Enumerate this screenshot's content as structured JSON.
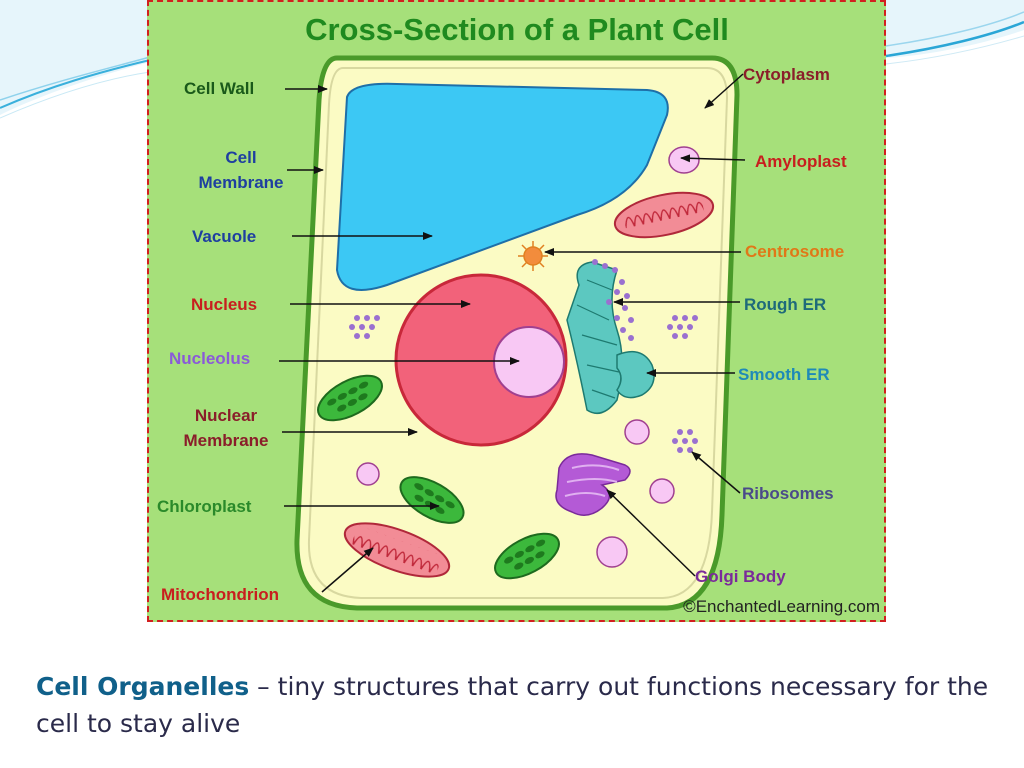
{
  "figure": {
    "title": "Cross-Section of a Plant Cell",
    "credit": "©EnchantedLearning.com",
    "labels": {
      "cell_wall": "Cell Wall",
      "cell_membrane_1": "Cell",
      "cell_membrane_2": "Membrane",
      "vacuole": "Vacuole",
      "nucleus": "Nucleus",
      "nucleolus": "Nucleolus",
      "nuclear_membrane_1": "Nuclear",
      "nuclear_membrane_2": "Membrane",
      "chloroplast": "Chloroplast",
      "mitochondrion": "Mitochondrion",
      "cytoplasm": "Cytoplasm",
      "amyloplast": "Amyloplast",
      "centrosome": "Centrosome",
      "rough_er": "Rough ER",
      "smooth_er": "Smooth ER",
      "ribosomes": "Ribosomes",
      "golgi_body": "Golgi Body"
    },
    "colors": {
      "title": "#1f8a1f",
      "background": "#a6e07a",
      "cytoplasm": "#fbfbc4",
      "vacuole": "#3cc8f4",
      "nucleus": "#f2627a",
      "nucleolus": "#f8c8f4",
      "chloroplast": "#3cb83c",
      "mitochondrion": "#f28c96",
      "er": "#5cc8c0",
      "golgi": "#b45ad6",
      "ribosome": "#9a70d0"
    }
  },
  "caption": {
    "term": "Cell Organelles",
    "dash": " – ",
    "definition": "tiny structures that carry out functions necessary for the cell to stay alive"
  }
}
